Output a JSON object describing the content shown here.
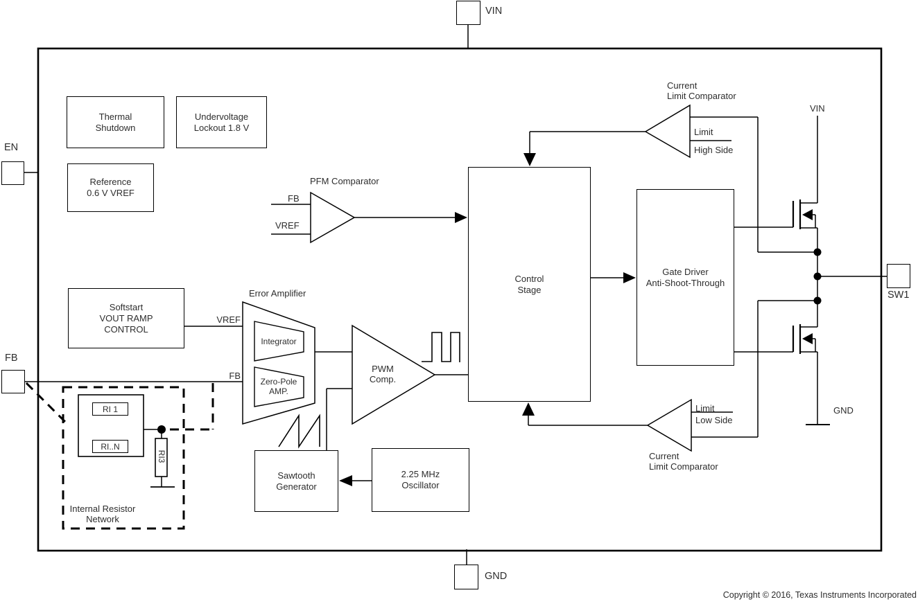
{
  "pins": {
    "vin": "VIN",
    "en": "EN",
    "fb": "FB",
    "gnd": "GND",
    "sw1": "SW1"
  },
  "blocks": {
    "thermal_shutdown": "Thermal\nShutdown",
    "undervoltage_lockout": "Undervoltage\nLockout 1.8 V",
    "reference": "Reference\n0.6 V VREF",
    "softstart": "Softstart\nVOUT RAMP\nCONTROL",
    "control_stage": "Control\nStage",
    "gate_driver": "Gate Driver\nAnti-Shoot-Through",
    "sawtooth_generator": "Sawtooth\nGenerator",
    "oscillator": "2.25 MHz\nOscillator"
  },
  "comparators": {
    "pfm_label": "PFM Comparator",
    "pfm_input_top": "FB",
    "pfm_input_bottom": "VREF",
    "pwm_label": "PWM\nComp.",
    "current_limit_high_label": "Current\nLimit Comparator",
    "limit_high": "Limit",
    "high_side": "High Side",
    "current_limit_low_label": "Current\nLimit Comparator",
    "limit_low": "Limit",
    "low_side": "Low Side"
  },
  "error_amplifier": {
    "label": "Error Amplifier",
    "integrator": "Integrator",
    "zero_pole": "Zero-Pole\nAMP.",
    "input_top": "VREF",
    "input_bottom": "FB"
  },
  "power_stage": {
    "vin": "VIN",
    "gnd": "GND"
  },
  "resistor_network": {
    "label": "Internal Resistor\nNetwork",
    "ri1": "RI 1",
    "rin": "RI..N",
    "ri3": "RI3"
  },
  "footer": {
    "copyright": "Copyright © 2016, Texas Instruments Incorporated"
  },
  "colors": {
    "line": "#000000",
    "text": "#2d2d2d",
    "background": "#ffffff"
  }
}
